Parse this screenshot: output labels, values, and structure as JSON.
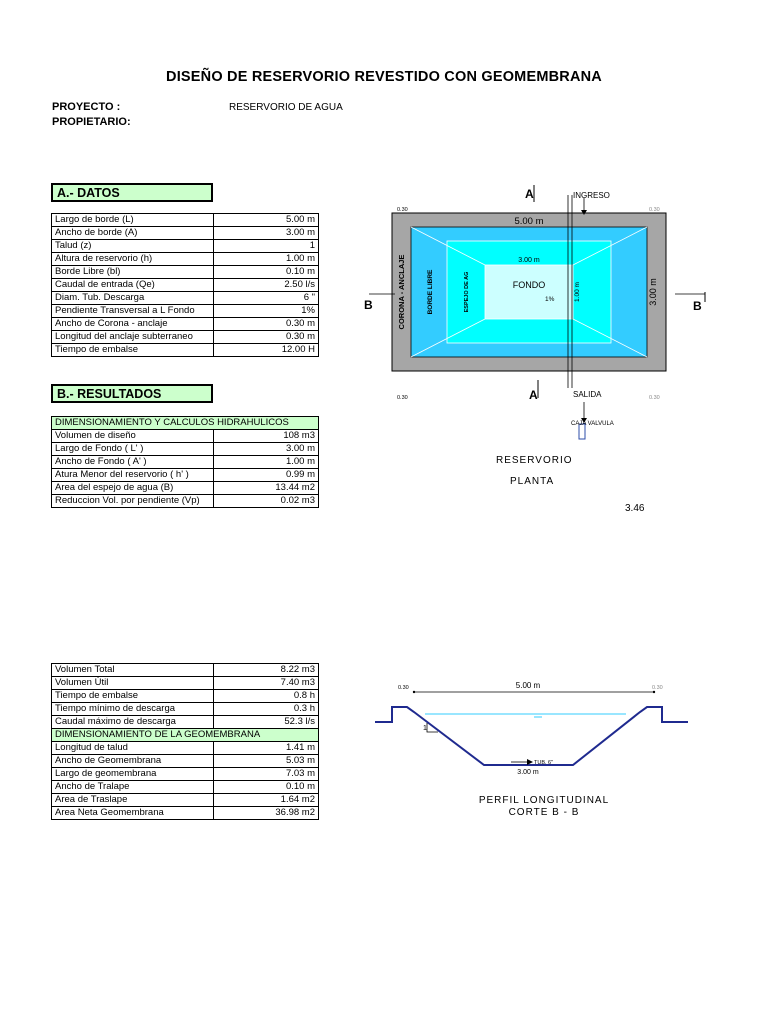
{
  "title": "DISEÑO DE RESERVORIO REVESTIDO CON GEOMEMBRANA",
  "header": {
    "proyecto_label": "PROYECTO :",
    "proyecto_value": "RESERVORIO DE AGUA",
    "propietario_label": "PROPIETARIO:"
  },
  "datos": {
    "heading": "A.- DATOS",
    "rows": [
      {
        "label": "Largo de borde (L)",
        "value": "5.00 m"
      },
      {
        "label": "Ancho de borde (A)",
        "value": "3.00 m"
      },
      {
        "label": "Talud (z)",
        "value": "1"
      },
      {
        "label": "Altura de reservorio (h)",
        "value": "1.00 m"
      },
      {
        "label": "Borde Libre (bl)",
        "value": "0.10 m"
      },
      {
        "label": "Caudal de entrada (Qe)",
        "value": "2.50 l/s"
      },
      {
        "label": "Diam. Tub. Descarga",
        "value": "6 \""
      },
      {
        "label": "Pendiente Transversal a L Fondo",
        "value": "1%"
      },
      {
        "label": "Ancho de Corona - anclaje",
        "value": "0.30 m"
      },
      {
        "label": "Longitud del anclaje subterraneo",
        "value": "0.30 m"
      },
      {
        "label": "Tiempo de embalse",
        "value": "12.00 H"
      }
    ]
  },
  "resultados": {
    "heading": "B.- RESULTADOS",
    "subheading": "DIMENSIONAMIENTO Y CALCULOS HIDRAHULICOS",
    "rows": [
      {
        "label": "Volumen de diseño",
        "value": "108 m3"
      },
      {
        "label": "Largo de Fondo ( L' )",
        "value": "3.00 m"
      },
      {
        "label": "Ancho de Fondo ( A' )",
        "value": "1.00 m"
      },
      {
        "label": "Atura Menor del reservorio ( h' )",
        "value": "0.99 m"
      },
      {
        "label": "Area del espejo de agua (B)",
        "value": "13.44 m2"
      },
      {
        "label": "Reduccion Vol. por pendiente (Vp)",
        "value": "0.02 m3"
      }
    ]
  },
  "volumenes": {
    "rows": [
      {
        "label": "Volumen Total",
        "value": "8.22 m3"
      },
      {
        "label": "Volumen Útil",
        "value": "7.40 m3"
      },
      {
        "label": "Tiempo de embalse",
        "value": "0.8 h"
      },
      {
        "label": "Tiempo mínimo de descarga",
        "value": "0.3 h"
      },
      {
        "label": "Caudal máximo de descarga",
        "value": "52.3 l/s"
      }
    ],
    "subheading": "DIMENSIONAMIENTO DE LA GEOMEMBRANA",
    "geo_rows": [
      {
        "label": "Longitud de talud",
        "value": "1.41 m"
      },
      {
        "label": "Ancho de Geomembrana",
        "value": "5.03 m"
      },
      {
        "label": "Largo de geomembrana",
        "value": "7.03 m"
      },
      {
        "label": "Ancho de Tralape",
        "value": "0.10 m"
      },
      {
        "label": "Area de Traslape",
        "value": "1.64 m2"
      },
      {
        "label": "Area Neta Geomembrana",
        "value": "36.98 m2"
      }
    ]
  },
  "plan": {
    "section_a": "A",
    "section_b": "B",
    "ingreso": "INGRESO",
    "salida": "SALIDA",
    "caja_valvula": "CAJA VALVULA",
    "top_dim": "5.00 m",
    "inner_dim": "3.00 m",
    "right_dim": "3.00 m",
    "corner": "0.30",
    "corona": "CORONA - ANCLAJE",
    "borde_libre": "BORDE LIBRE",
    "espejo": "ESPEJO DE AG",
    "fondo": "FONDO",
    "slope": "1%",
    "depth": "1.00 m",
    "caption1": "RESERVORIO",
    "caption2": "PLANTA",
    "note": "3.46"
  },
  "profile": {
    "top_dim": "5.00 m",
    "corner": "0.30",
    "bottom_dim": "3.00 m",
    "slope_label": "1",
    "tub": "TUB. 6\"",
    "caption1": "PERFIL LONGITUDINAL",
    "caption2": "CORTE B - B"
  },
  "colors": {
    "section_bg": "#ccffcc",
    "corona": "#a6a6a6",
    "water": "#33ccff",
    "water_inner": "#00ffff",
    "fondo": "#ccffff",
    "profile_line": "#1f2a8f"
  }
}
